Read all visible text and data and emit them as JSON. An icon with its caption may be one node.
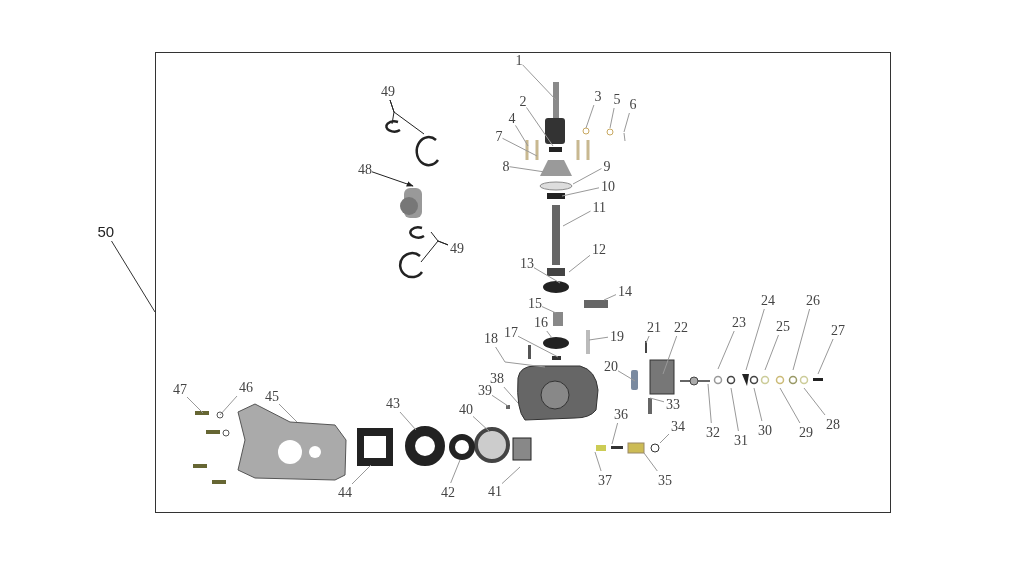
{
  "diagram": {
    "nodes": [
      {
        "text": [],
        "shape": "box"
      },
      {
        "text": [
          "1"
        ],
        "in": 0
      },
      {
        "text": [
          "2"
        ],
        "in": 0
      },
      {
        "text": [
          "3"
        ],
        "in": 0
      },
      {
        "text": [
          "4"
        ],
        "in": 0
      },
      {
        "text": [
          "5"
        ],
        "in": 0
      },
      {
        "text": [
          "6"
        ],
        "in": 0
      },
      {
        "text": [
          "7"
        ],
        "in": 0
      },
      {
        "text": [
          "8"
        ],
        "in": 0
      },
      {
        "text": [
          "9"
        ],
        "in": 0
      },
      {
        "text": [
          "10"
        ],
        "in": 0
      },
      {
        "text": [
          "11"
        ],
        "in": 0
      },
      {
        "text": [
          "12"
        ],
        "in": 0
      },
      {
        "text": [
          "13"
        ],
        "in": 0
      },
      {
        "text": [
          "14"
        ],
        "in": 0
      },
      {
        "text": [
          "15"
        ],
        "in": 0
      },
      {
        "text": [
          "16"
        ],
        "in": 0
      },
      {
        "text": [
          "17"
        ],
        "in": 0
      },
      {
        "text": [
          "18"
        ],
        "in": 0
      },
      {
        "text": [
          "19"
        ],
        "in": 0
      },
      {
        "text": [
          "20"
        ],
        "in": 0
      },
      {
        "text": [
          "21"
        ],
        "in": 0
      },
      {
        "text": [
          "22"
        ],
        "in": 0
      },
      {
        "text": [
          "23"
        ],
        "in": 0
      },
      {
        "text": [
          "24"
        ],
        "in": 0
      },
      {
        "text": [
          "25"
        ],
        "in": 0
      },
      {
        "text": [
          "26"
        ],
        "in": 0
      },
      {
        "text": [
          "27"
        ],
        "in": 0
      },
      {
        "text": [
          "28"
        ],
        "in": 0
      },
      {
        "text": [
          "29"
        ],
        "in": 0
      },
      {
        "text": [
          "30"
        ],
        "in": 0
      },
      {
        "text": [
          "31"
        ],
        "in": 0
      },
      {
        "text": [
          "32"
        ],
        "in": 0
      },
      {
        "text": [
          "33"
        ],
        "in": 0
      },
      {
        "text": [
          "34"
        ],
        "in": 0
      },
      {
        "text": [
          "35"
        ],
        "in": 0
      },
      {
        "text": [
          "36"
        ],
        "in": 0
      },
      {
        "text": [
          "37"
        ],
        "in": 0
      },
      {
        "text": [
          "38"
        ],
        "in": 0
      },
      {
        "text": [
          "39"
        ],
        "in": 0
      },
      {
        "text": [
          "40"
        ],
        "in": 0
      },
      {
        "text": [
          "41"
        ],
        "in": 0
      },
      {
        "text": [
          "42"
        ],
        "in": 0
      },
      {
        "text": [
          "43"
        ],
        "in": 0
      },
      {
        "text": [
          "44"
        ],
        "in": 0
      },
      {
        "text": [
          "45"
        ],
        "in": 0
      },
      {
        "text": [
          "46"
        ],
        "in": 0
      },
      {
        "text": [
          "47"
        ],
        "in": 0
      },
      {
        "text": [
          "48"
        ],
        "in": 0
      },
      {
        "text": [
          "49"
        ],
        "in": 0
      },
      {
        "text": [
          "49"
        ],
        "in": 0
      },
      {
        "text": [
          "50"
        ]
      }
    ],
    "edges": [
      {
        "from": 1,
        "to": null,
        "arrow": "none"
      },
      {
        "from": 2,
        "to": null,
        "arrow": "none"
      },
      {
        "from": 3,
        "to": null,
        "arrow": "none"
      },
      {
        "from": 4,
        "to": null,
        "arrow": "none"
      },
      {
        "from": 5,
        "to": null,
        "arrow": "none"
      },
      {
        "from": 6,
        "to": null,
        "arrow": "none"
      },
      {
        "from": 7,
        "to": null,
        "arrow": "none"
      },
      {
        "from": 8,
        "to": null,
        "arrow": "none"
      },
      {
        "from": 9,
        "to": null,
        "arrow": "none"
      },
      {
        "from": 10,
        "to": null,
        "arrow": "none"
      },
      {
        "from": 11,
        "to": null,
        "arrow": "none"
      },
      {
        "from": 12,
        "to": null,
        "arrow": "none"
      },
      {
        "from": 13,
        "to": null,
        "arrow": "none"
      },
      {
        "from": 14,
        "to": null,
        "arrow": "none"
      },
      {
        "from": 15,
        "to": null,
        "arrow": "none"
      },
      {
        "from": 16,
        "to": null,
        "arrow": "none"
      },
      {
        "from": 17,
        "to": null,
        "arrow": "none"
      },
      {
        "from": 18,
        "to": null,
        "arrow": "none"
      },
      {
        "from": 19,
        "to": null,
        "arrow": "none"
      },
      {
        "from": 20,
        "to": null,
        "arrow": "none"
      },
      {
        "from": 21,
        "to": null,
        "arrow": "none"
      },
      {
        "from": 22,
        "to": null,
        "arrow": "none"
      },
      {
        "from": 23,
        "to": null,
        "arrow": "none"
      },
      {
        "from": 24,
        "to": null,
        "arrow": "none"
      },
      {
        "from": 25,
        "to": null,
        "arrow": "none"
      },
      {
        "from": 26,
        "to": null,
        "arrow": "none"
      },
      {
        "from": 27,
        "to": null,
        "arrow": "none"
      },
      {
        "from": 28,
        "to": null,
        "arrow": "none"
      },
      {
        "from": 29,
        "to": null,
        "arrow": "none"
      },
      {
        "from": 30,
        "to": null,
        "arrow": "none"
      },
      {
        "from": 31,
        "to": null,
        "arrow": "none"
      },
      {
        "from": 32,
        "to": null,
        "arrow": "none"
      },
      {
        "from": 33,
        "to": null,
        "arrow": "none"
      },
      {
        "from": 34,
        "to": null,
        "arrow": "none"
      },
      {
        "from": 35,
        "to": null,
        "arrow": "none"
      },
      {
        "from": 36,
        "to": null,
        "arrow": "none"
      },
      {
        "from": 37,
        "to": null,
        "arrow": "none"
      },
      {
        "from": 38,
        "to": null,
        "arrow": "none"
      },
      {
        "from": 39,
        "to": null,
        "arrow": "none"
      },
      {
        "from": 40,
        "to": null,
        "arrow": "none"
      },
      {
        "from": 41,
        "to": null,
        "arrow": "none"
      },
      {
        "from": 42,
        "to": null,
        "arrow": "none"
      },
      {
        "from": 43,
        "to": null,
        "arrow": "none"
      },
      {
        "from": 44,
        "to": null,
        "arrow": "none"
      },
      {
        "from": 45,
        "to": null,
        "arrow": "none"
      },
      {
        "from": 46,
        "to": null,
        "arrow": "none"
      },
      {
        "from": 47,
        "to": null,
        "arrow": "none"
      },
      {
        "from": 48,
        "to": null,
        "arrow": "to",
        "color": "#222222"
      },
      {
        "from": 49,
        "to": null,
        "arrow": "none",
        "color": "#222222"
      },
      {
        "from": 49,
        "to": null,
        "arrow": "none",
        "color": "#222222"
      },
      {
        "from": 50,
        "to": null,
        "arrow": "none",
        "color": "#222222"
      },
      {
        "from": 50,
        "to": null,
        "arrow": "none",
        "color": "#222222"
      },
      {
        "from": 51,
        "to": 0,
        "arrow": "none",
        "color": "#333333"
      }
    ]
  }
}
